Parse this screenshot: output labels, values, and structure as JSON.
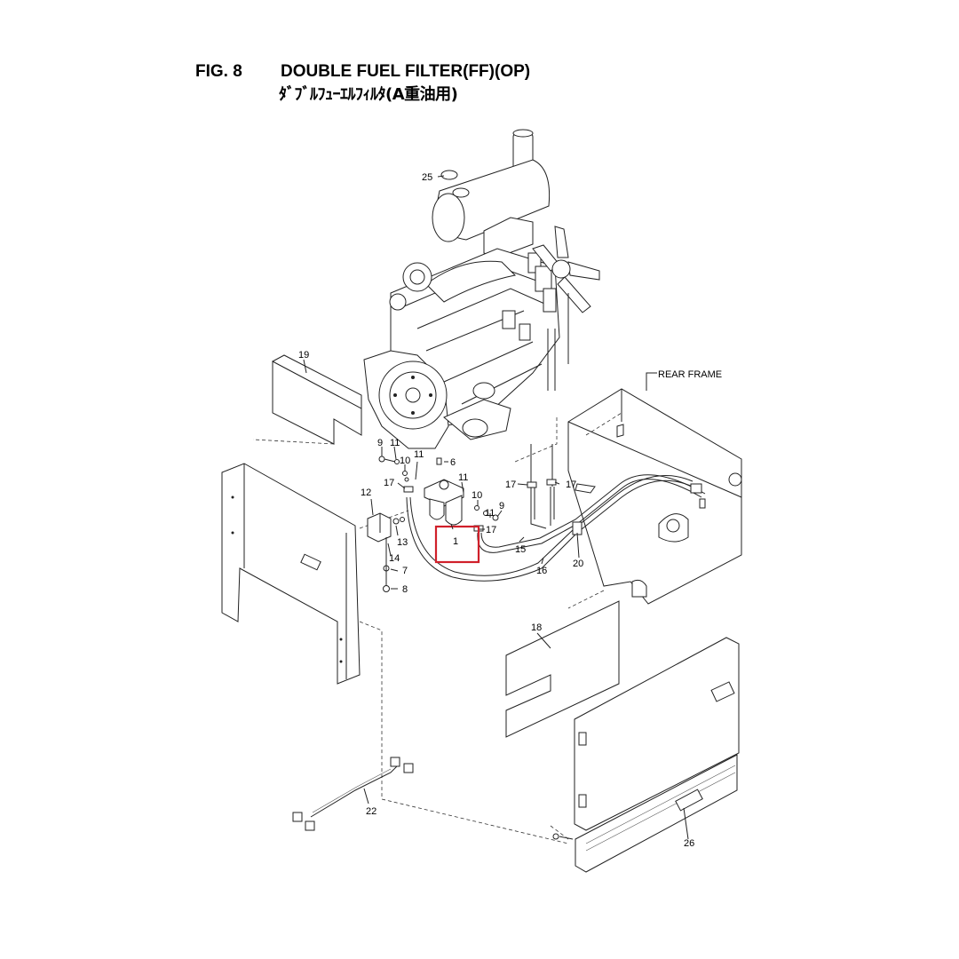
{
  "header": {
    "fig": "FIG. 8",
    "title": "DOUBLE FUEL FILTER(FF)(OP)",
    "subtitle": "ﾀﾞﾌﾞﾙﾌｭｰｴﾙﾌｨﾙﾀ(A重油用)"
  },
  "labels": {
    "rear_frame": "REAR FRAME",
    "p1": "1",
    "p6": "6",
    "p7": "7",
    "p8": "8",
    "p9a": "9",
    "p9b": "9",
    "p10a": "10",
    "p10b": "10",
    "p11a": "11",
    "p11b": "11",
    "p11c": "11",
    "p11d": "11",
    "p12": "12",
    "p13": "13",
    "p14": "14",
    "p15": "15",
    "p16": "16",
    "p17a": "17",
    "p17b": "17",
    "p17c": "17",
    "p17d": "17",
    "p18": "18",
    "p19": "19",
    "p20": "20",
    "p22": "22",
    "p25": "25",
    "p26": "26"
  },
  "highlight": {
    "part": "1",
    "color": "#d0202a"
  }
}
